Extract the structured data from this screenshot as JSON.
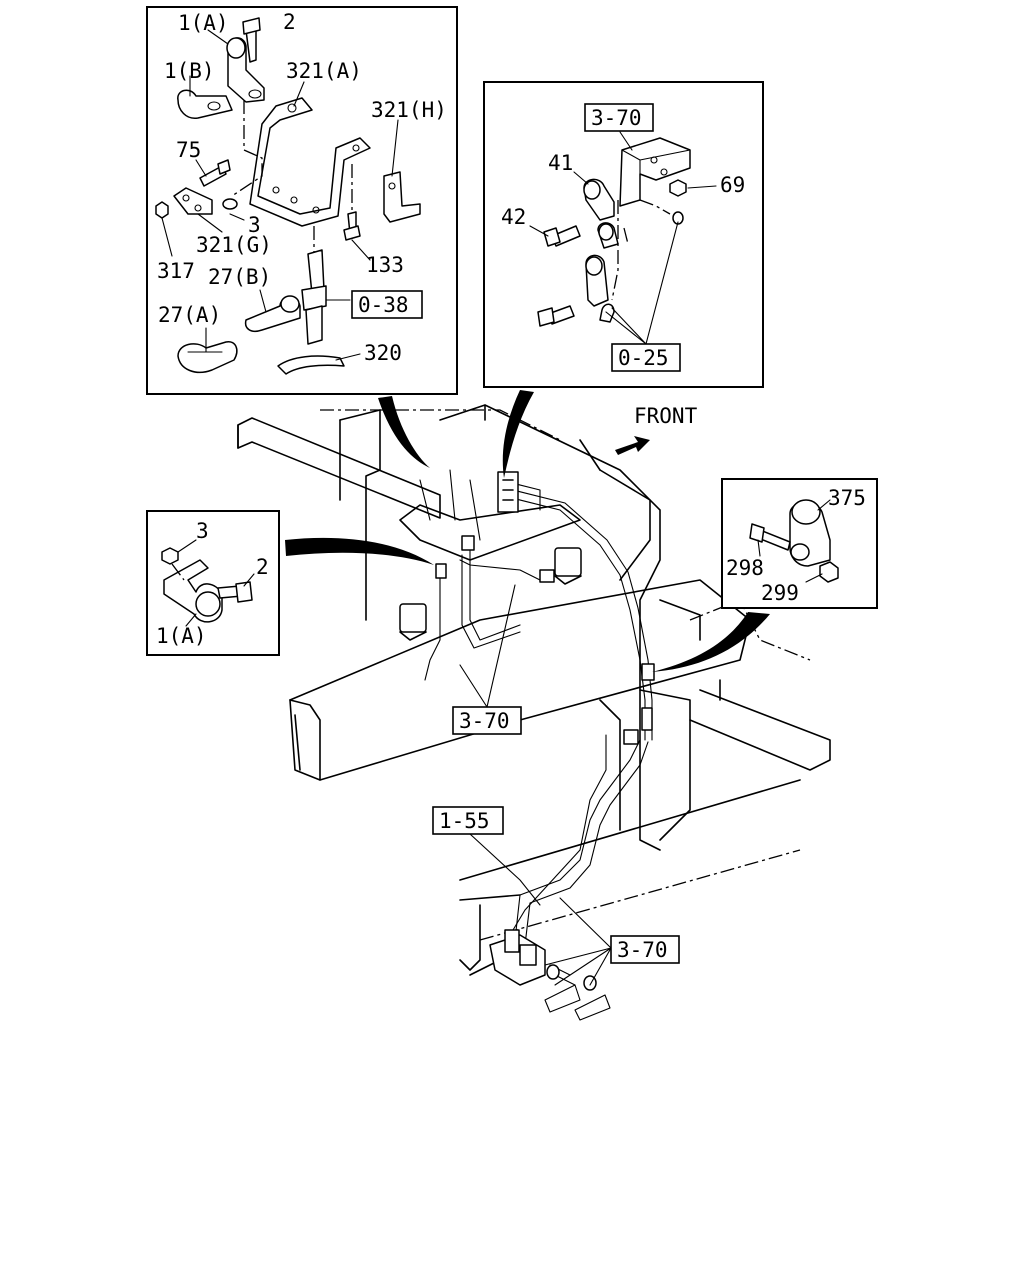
{
  "direction_label": "FRONT",
  "inset_top_left": {
    "labels": {
      "c1a": "1(A)",
      "c2": "2",
      "c1b": "1(B)",
      "c321a": "321(A)",
      "c321h": "321(H)",
      "c75": "75",
      "c3": "3",
      "c321g": "321(G)",
      "c317": "317",
      "c133": "133",
      "c27b": "27(B)",
      "c27a": "27(A)",
      "c320": "320"
    },
    "ref_box": "0-38"
  },
  "inset_top_right": {
    "labels": {
      "c41": "41",
      "c42": "42",
      "c69": "69"
    },
    "ref_box_top": "3-70",
    "ref_box_bottom": "0-25"
  },
  "inset_left": {
    "labels": {
      "c3": "3",
      "c2": "2",
      "c1a": "1(A)"
    }
  },
  "inset_right": {
    "labels": {
      "c375": "375",
      "c298": "298",
      "c299": "299"
    }
  },
  "main_refs": {
    "center": "3-70",
    "pipe": "1-55",
    "bottom": "3-70"
  }
}
